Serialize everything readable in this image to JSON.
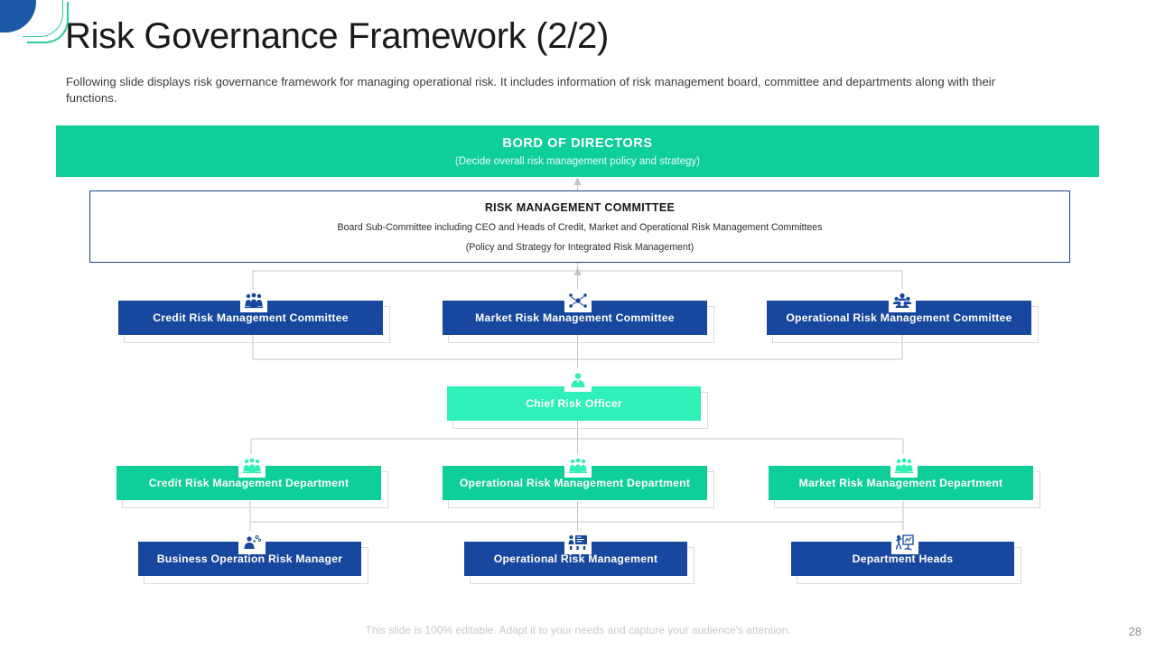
{
  "slide": {
    "title": "Risk Governance Framework (2/2)",
    "subtitle": "Following slide displays risk governance framework for managing operational risk. It includes information of risk management board, committee and departments along with their functions.",
    "footer_note": "This slide is 100% editable. Adapt it to your needs and capture your audience's attention.",
    "page_number": "28"
  },
  "colors": {
    "brand_blue": "#17479e",
    "corner_blue": "#1c5aa8",
    "green": "#0fcf98",
    "mint": "#2ff0b6",
    "outline_blue": "#1c3f94",
    "connector": "#c4c4c4"
  },
  "chart_data": {
    "type": "diagram",
    "title": "Risk Governance Framework",
    "levels": [
      {
        "level": 1,
        "nodes": [
          {
            "id": "board",
            "label": "BORD OF DIRECTORS",
            "sublabel": "(Decide overall risk management policy and strategy)",
            "style": "green-banner"
          }
        ]
      },
      {
        "level": 2,
        "nodes": [
          {
            "id": "rmc",
            "label": "RISK MANAGEMENT COMMITTEE",
            "sublabel": "Board Sub-Committee including CEO and Heads of Credit, Market and Operational Risk Management Committees",
            "sublabel2": "(Policy and Strategy for Integrated Risk Management)",
            "style": "outlined"
          }
        ]
      },
      {
        "level": 3,
        "nodes": [
          {
            "id": "credit-committee",
            "label": "Credit Risk Management Committee",
            "icon": "three-people-icon",
            "style": "blue"
          },
          {
            "id": "market-committee",
            "label": "Market Risk Management Committee",
            "icon": "network-people-icon",
            "style": "blue"
          },
          {
            "id": "operational-committee",
            "label": "Operational Risk Management Committee",
            "icon": "people-group-icon",
            "style": "blue"
          }
        ]
      },
      {
        "level": 4,
        "nodes": [
          {
            "id": "cro",
            "label": "Chief Risk Officer",
            "icon": "single-person-icon",
            "style": "mint"
          }
        ]
      },
      {
        "level": 5,
        "nodes": [
          {
            "id": "credit-dept",
            "label": "Credit Risk Management Department",
            "icon": "three-people-icon",
            "style": "green"
          },
          {
            "id": "operational-dept",
            "label": "Operational Risk Management Department",
            "icon": "three-people-icon",
            "style": "green"
          },
          {
            "id": "market-dept",
            "label": "Market Risk Management Department",
            "icon": "three-people-icon",
            "style": "green"
          }
        ]
      },
      {
        "level": 6,
        "nodes": [
          {
            "id": "business-op-manager",
            "label": "Business Operation Risk Manager",
            "icon": "person-gear-icon",
            "style": "blue"
          },
          {
            "id": "operational-mgmt",
            "label": "Operational Risk Management",
            "icon": "presentation-board-icon",
            "style": "blue"
          },
          {
            "id": "department-heads",
            "label": "Department Heads",
            "icon": "presenter-flipchart-icon",
            "style": "blue"
          }
        ]
      }
    ]
  }
}
